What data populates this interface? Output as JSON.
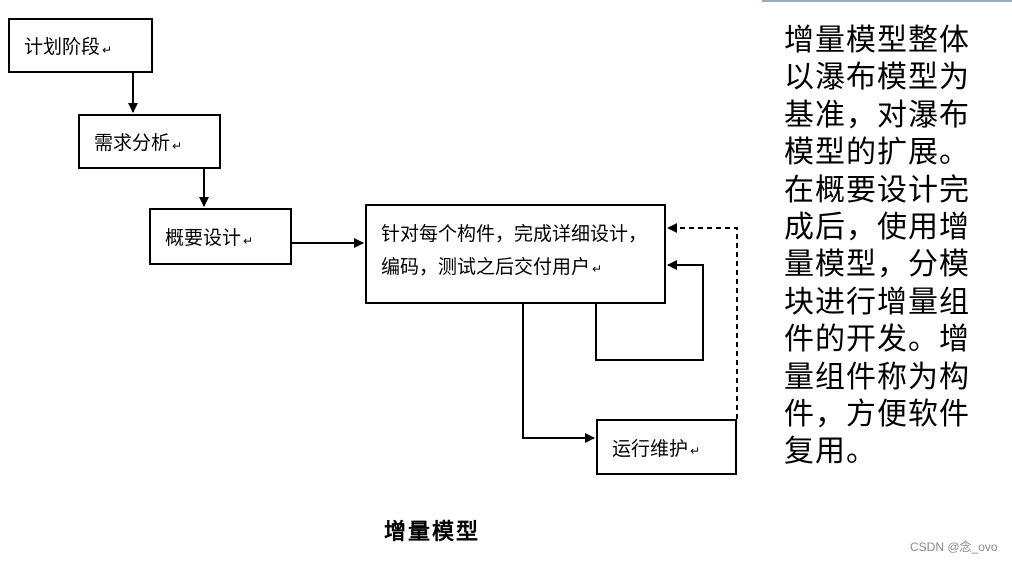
{
  "diagram": {
    "nodes": {
      "planning": "计划阶段",
      "requirements": "需求分析",
      "outline_design": "概要设计",
      "component_dev": "针对每个构件，完成详细设计，编码，测试之后交付用户",
      "maintenance": "运行维护"
    },
    "return_mark": "↵",
    "caption": "增量模型"
  },
  "side_text": "增量模型整体以瀑布模型为基准，对瀑布模型的扩展。在概要设计完成后，使用增量模型，分模块进行增量组件的开发。增量组件称为构件，方便软件复用。",
  "watermark": "CSDN @念_ovo"
}
